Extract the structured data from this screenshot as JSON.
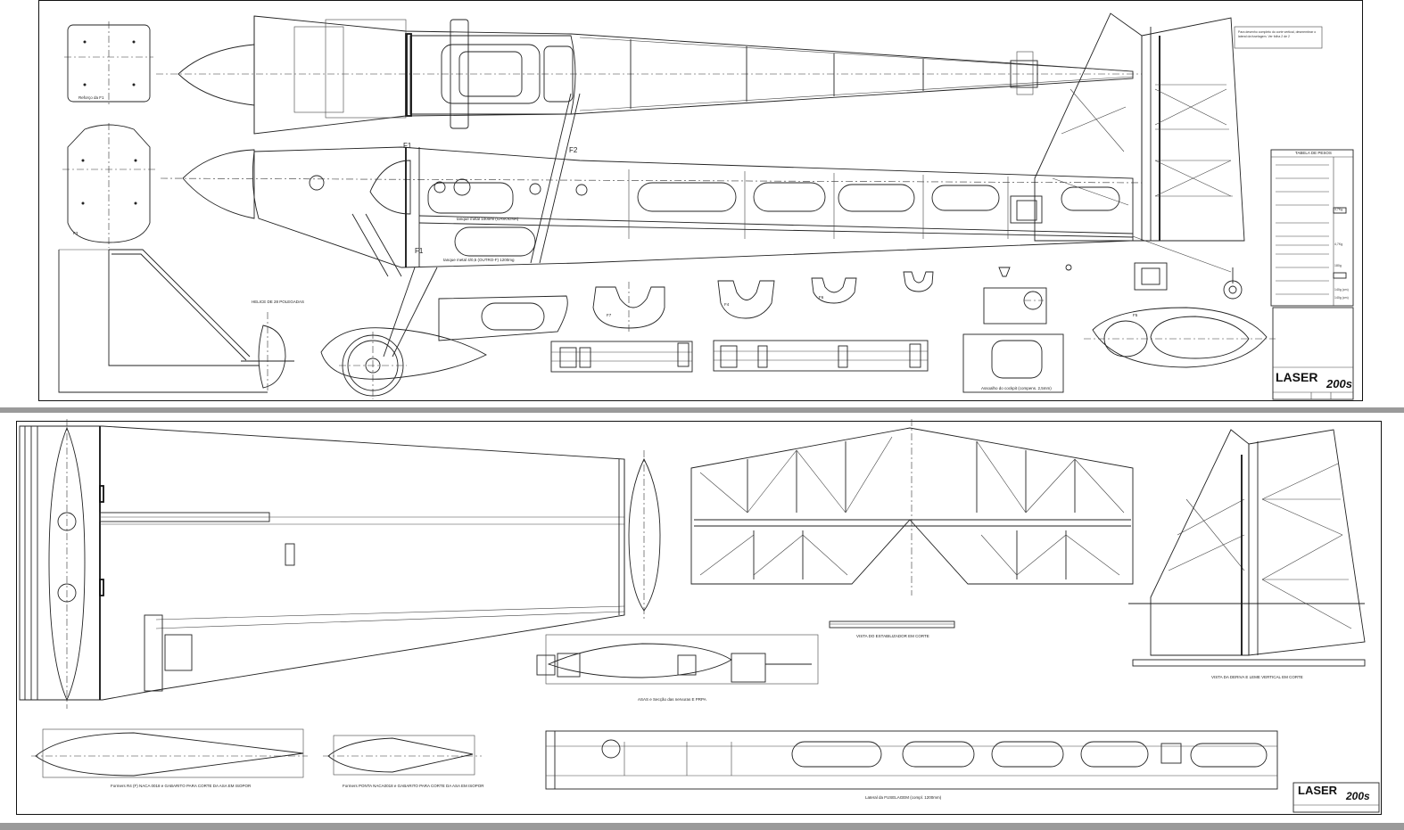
{
  "sheet1": {
    "labels": {
      "f1_upper": "F1",
      "f2": "F2",
      "f1_lower": "F1",
      "f3": "F3",
      "f4": "F4",
      "f5": "F5",
      "f6": "F6",
      "f7": "F7",
      "reforco_f1": "Reforço da F1",
      "helice": "HELICE DE 28 POLEGADAS",
      "tanque_top": "tanque metal 1000ml (GASOLINA)",
      "tanque_bot": "tanque metal 4/0,5 (OUTRO-F) 1200mg",
      "assoalho": "Assoalho do cockpit (compens. 2,5mm)"
    },
    "note": "Para desenho completo do corte vertical, desmembrar o lateral da fuselagem. Ver folha 2 de 2",
    "table_title": "TABELA DE PESOS",
    "weights": [
      "4,7Kg",
      "4,7Kg",
      "180g",
      "140g (cm)",
      "140g (cm)"
    ],
    "logo": {
      "word": "LASER",
      "model": "200s"
    }
  },
  "sheet2": {
    "captions": {
      "fuse_caption": "Formers R4 (F) NACA 0018 e GABARITO PARA CORTE DA ASA EM ISOPOR",
      "fuse_caption2": "Formers PONTA NACA0018 e GABARITO PARA CORTE DA ASA EM ISOPOR",
      "wing_section": "ASAS e Secção das nervuras E PRPA",
      "stab_section": "VISTA DO ESTABILIZADOR EM CORTE",
      "fin_section": "VISTA DA DERIVA E LEME VERTICAL EM CORTE",
      "fuse_bottom": "Lateral da FUSELAGEM (compl. 1200mm)"
    },
    "logo": {
      "word": "LASER",
      "model": "200s"
    }
  }
}
